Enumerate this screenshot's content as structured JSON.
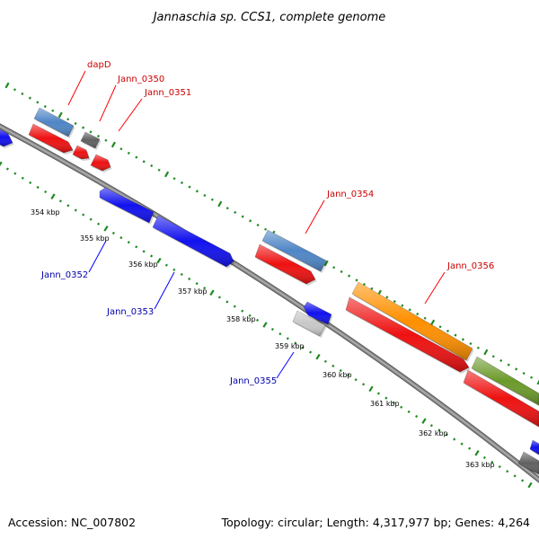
{
  "title": "Jannaschia sp. CCS1, complete genome",
  "footer": {
    "accession": "Accession: NC_007802",
    "summary": "Topology: circular; Length: 4,317,977 bp; Genes: 4,264"
  },
  "colors": {
    "backbone": "#8a8a8a",
    "tick": "#1f8a1f",
    "label_forward": "#cc0000",
    "label_reverse": "#0000aa",
    "leader_forward": "#ff0000",
    "leader_reverse": "#0000ff"
  },
  "scale_ticks": [
    "354 kbp",
    "355 kbp",
    "356 kbp",
    "357 kbp",
    "358 kbp",
    "359 kbp",
    "360 kbp",
    "361 kbp",
    "362 kbp",
    "363 kbp"
  ],
  "features": [
    {
      "id": "f-steel-1",
      "kind": "gene",
      "color": "#4f86c6"
    },
    {
      "id": "f-red-1",
      "kind": "cds",
      "color": "#ee1111"
    },
    {
      "id": "f-gray-1",
      "kind": "gene",
      "color": "#606060"
    },
    {
      "id": "f-red-2",
      "kind": "cds",
      "color": "#ee1111"
    },
    {
      "id": "f-red-3",
      "kind": "cds",
      "color": "#ee1111"
    },
    {
      "id": "f-blue-0",
      "kind": "cds",
      "color": "#1111ee"
    },
    {
      "id": "f-blue-1",
      "kind": "cds",
      "color": "#1111ee"
    },
    {
      "id": "f-blue-2",
      "kind": "cds",
      "color": "#1111ee"
    },
    {
      "id": "f-steel-2",
      "kind": "gene",
      "color": "#4f86c6"
    },
    {
      "id": "f-red-4",
      "kind": "cds",
      "color": "#ee1111"
    },
    {
      "id": "f-blue-3",
      "kind": "cds",
      "color": "#1111ee"
    },
    {
      "id": "f-silver-1",
      "kind": "gene",
      "color": "#c8c8c8"
    },
    {
      "id": "f-orange-1",
      "kind": "gene",
      "color": "#ff9000"
    },
    {
      "id": "f-red-5",
      "kind": "cds",
      "color": "#ee1111"
    },
    {
      "id": "f-olive-1",
      "kind": "gene",
      "color": "#6b9a2a"
    },
    {
      "id": "f-red-6",
      "kind": "cds",
      "color": "#ee1111"
    },
    {
      "id": "f-blue-4",
      "kind": "cds",
      "color": "#1111ee"
    },
    {
      "id": "f-gray-2",
      "kind": "gene",
      "color": "#606060"
    }
  ],
  "gene_labels": [
    {
      "text": "dapD",
      "strand": "forward"
    },
    {
      "text": "Jann_0350",
      "strand": "forward"
    },
    {
      "text": "Jann_0351",
      "strand": "forward"
    },
    {
      "text": "Jann_0354",
      "strand": "forward"
    },
    {
      "text": "Jann_0356",
      "strand": "forward"
    },
    {
      "text": "Jann_0352",
      "strand": "reverse"
    },
    {
      "text": "Jann_0353",
      "strand": "reverse"
    },
    {
      "text": "Jann_0355",
      "strand": "reverse"
    }
  ]
}
